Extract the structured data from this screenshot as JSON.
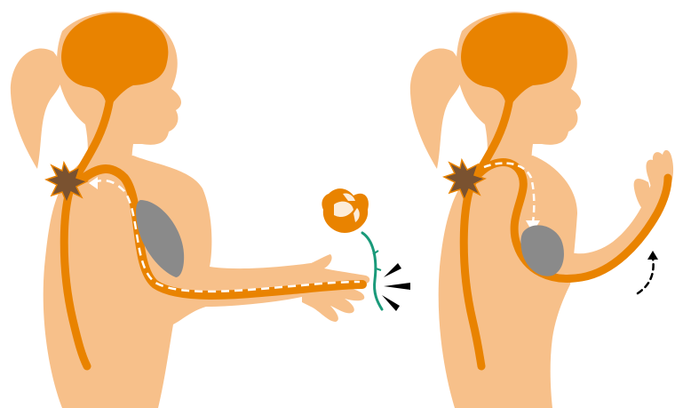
{
  "colors": {
    "skin": "#f7c08a",
    "nerve": "#e98300",
    "brain": "#e98300",
    "muscle": "#8a8a8a",
    "pain_burst": "#7a5230",
    "signal_dash": "#ffffff",
    "rose": "#e98300",
    "stem": "#1a9a7a",
    "motion_mark": "#000000"
  },
  "panels": [
    {
      "id": "stimulus",
      "figure": "girl-reaching-for-rose",
      "icons": [
        "brain-icon",
        "spinal-cord-icon",
        "sensory-nerve-icon",
        "pain-burst-icon",
        "rose-icon",
        "thorn-prick-icon",
        "muscle-icon"
      ]
    },
    {
      "id": "reflex",
      "figure": "girl-withdrawing-arm",
      "icons": [
        "brain-icon",
        "spinal-cord-icon",
        "motor-nerve-icon",
        "pain-burst-icon",
        "muscle-icon",
        "withdraw-arrow-icon"
      ]
    }
  ]
}
